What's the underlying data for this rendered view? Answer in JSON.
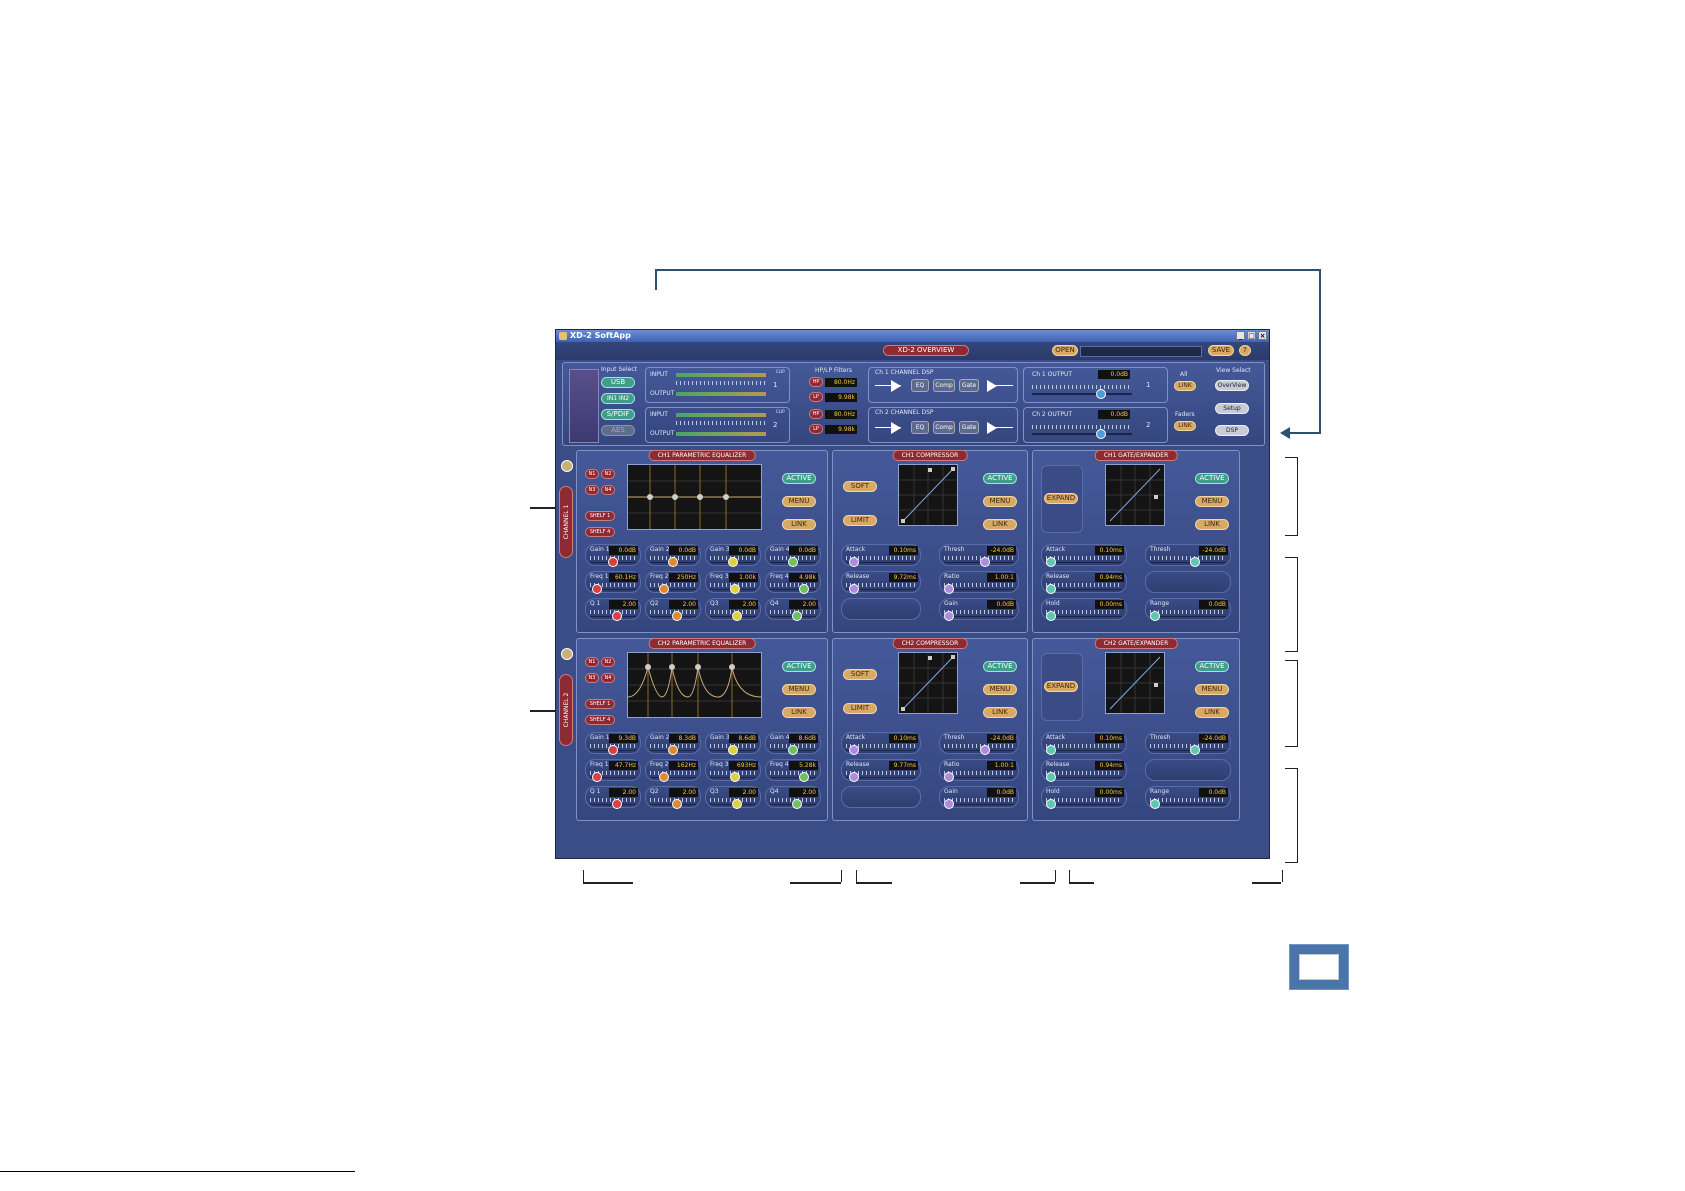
{
  "window": {
    "title": "XD-2 SoftApp",
    "min": "_",
    "max": "□",
    "close": "×"
  },
  "topbar": {
    "overview_title": "XD-2 OVERVIEW",
    "open_label": "OPEN",
    "save_label": "SAVE",
    "help_label": "?"
  },
  "input_select": {
    "label": "Input Select",
    "usb": "USB",
    "in12": "IN1  IN2",
    "spdif": "S/PDIF",
    "aes": "AES"
  },
  "meters": {
    "ch1": {
      "input": "INPUT",
      "output": "OUTPUT",
      "num": "1",
      "clip": "CLIP"
    },
    "ch2": {
      "input": "INPUT",
      "output": "OUTPUT",
      "num": "2",
      "clip": "CLIP"
    }
  },
  "filters": {
    "label": "HP/LP Filters",
    "rows": [
      {
        "tag": "HP",
        "value": "80.0Hz"
      },
      {
        "tag": "LP",
        "value": "9.98k"
      },
      {
        "tag": "HP",
        "value": "80.0Hz"
      },
      {
        "tag": "LP",
        "value": "9.98k"
      }
    ]
  },
  "dsp": {
    "ch1_label": "Ch 1 CHANNEL DSP",
    "ch2_label": "Ch 2 CHANNEL DSP",
    "eq": "EQ",
    "comp": "Comp",
    "gate": "Gate"
  },
  "outputs": {
    "ch1": {
      "label": "Ch 1 OUTPUT",
      "value": "0.0dB",
      "num": "1"
    },
    "ch2": {
      "label": "Ch 2 OUTPUT",
      "value": "0.0dB",
      "num": "2"
    },
    "all_label": "All",
    "faders_label": "Faders",
    "link_label": "LINK"
  },
  "view_select": {
    "label": "View Select",
    "overview": "OverView",
    "setup": "Setup",
    "dsp": "DSP"
  },
  "side_tabs": {
    "ch1": "CHANNEL 1",
    "ch2": "CHANNEL 2"
  },
  "ch1_eq": {
    "title": "CH1 PARAMETRIC EQUALIZER",
    "n1": "N1",
    "n2": "N2",
    "n3": "N3",
    "n4": "N4",
    "shelf1": "SHELF 1",
    "shelf4": "SHELF 4",
    "active": "ACTIVE",
    "menu": "MENU",
    "link": "LINK",
    "gains": [
      {
        "label": "Gain 1",
        "value": "0.0dB"
      },
      {
        "label": "Gain 2",
        "value": "0.0dB"
      },
      {
        "label": "Gain 3",
        "value": "0.0dB"
      },
      {
        "label": "Gain 4",
        "value": "0.0dB"
      }
    ],
    "freqs": [
      {
        "label": "Freq 1",
        "value": "60.1Hz"
      },
      {
        "label": "Freq 2",
        "value": "250Hz"
      },
      {
        "label": "Freq 3",
        "value": "1.00k"
      },
      {
        "label": "Freq 4",
        "value": "4.98k"
      }
    ],
    "qs": [
      {
        "label": "Q 1",
        "value": "2.00"
      },
      {
        "label": "Q2",
        "value": "2.00"
      },
      {
        "label": "Q3",
        "value": "2.00"
      },
      {
        "label": "Q4",
        "value": "2.00"
      }
    ]
  },
  "ch2_eq": {
    "title": "CH2 PARAMETRIC EQUALIZER",
    "n1": "N1",
    "n2": "N2",
    "n3": "N3",
    "n4": "N4",
    "shelf1": "SHELF 1",
    "shelf4": "SHELF 4",
    "active": "ACTIVE",
    "menu": "MENU",
    "link": "LINK",
    "gains": [
      {
        "label": "Gain 1",
        "value": "9.3dB"
      },
      {
        "label": "Gain 2",
        "value": "8.3dB"
      },
      {
        "label": "Gain 3",
        "value": "8.6dB"
      },
      {
        "label": "Gain 4",
        "value": "8.6dB"
      }
    ],
    "freqs": [
      {
        "label": "Freq 1",
        "value": "47.7Hz"
      },
      {
        "label": "Freq 2",
        "value": "162Hz"
      },
      {
        "label": "Freq 3",
        "value": "693Hz"
      },
      {
        "label": "Freq 4",
        "value": "5.28k"
      }
    ],
    "qs": [
      {
        "label": "Q 1",
        "value": "2.00"
      },
      {
        "label": "Q2",
        "value": "2.00"
      },
      {
        "label": "Q3",
        "value": "2.00"
      },
      {
        "label": "Q4",
        "value": "2.00"
      }
    ]
  },
  "ch1_comp": {
    "title": "CH1 COMPRESSOR",
    "soft": "SOFT",
    "limit": "LIMIT",
    "active": "ACTIVE",
    "menu": "MENU",
    "link": "LINK",
    "attack": {
      "label": "Attack",
      "value": "0.10ms"
    },
    "thresh": {
      "label": "Thresh",
      "value": "-24.0dB"
    },
    "release": {
      "label": "Release",
      "value": "9.72ms"
    },
    "ratio": {
      "label": "Ratio",
      "value": "1.00:1"
    },
    "gain": {
      "label": "Gain",
      "value": "0.0dB"
    }
  },
  "ch2_comp": {
    "title": "CH2 COMPRESSOR",
    "soft": "SOFT",
    "limit": "LIMIT",
    "active": "ACTIVE",
    "menu": "MENU",
    "link": "LINK",
    "attack": {
      "label": "Attack",
      "value": "0.10ms"
    },
    "thresh": {
      "label": "Thresh",
      "value": "-24.0dB"
    },
    "release": {
      "label": "Release",
      "value": "9.77ms"
    },
    "ratio": {
      "label": "Ratio",
      "value": "1.00:1"
    },
    "gain": {
      "label": "Gain",
      "value": "0.0dB"
    }
  },
  "ch1_gate": {
    "title": "CH1 GATE/EXPANDER",
    "expand": "EXPAND",
    "active": "ACTIVE",
    "menu": "MENU",
    "link": "LINK",
    "attack": {
      "label": "Attack",
      "value": "0.10ms"
    },
    "thresh": {
      "label": "Thresh",
      "value": "-24.0dB"
    },
    "release": {
      "label": "Release",
      "value": "0.94ms"
    },
    "hold": {
      "label": "Hold",
      "value": "0.00ms"
    },
    "range": {
      "label": "Range",
      "value": "0.0dB"
    }
  },
  "ch2_gate": {
    "title": "CH2 GATE/EXPANDER",
    "expand": "EXPAND",
    "active": "ACTIVE",
    "menu": "MENU",
    "link": "LINK",
    "attack": {
      "label": "Attack",
      "value": "0.10ms"
    },
    "thresh": {
      "label": "Thresh",
      "value": "-24.0dB"
    },
    "release": {
      "label": "Release",
      "value": "0.94ms"
    },
    "hold": {
      "label": "Hold",
      "value": "0.00ms"
    },
    "range": {
      "label": "Range",
      "value": "0.0dB"
    }
  },
  "colors": {
    "frame": "#3a4d86",
    "accent_red": "#8e2a33",
    "accent_teal": "#3f9d8c",
    "accent_tan": "#d8a964",
    "callout": "#2f4f6e"
  }
}
